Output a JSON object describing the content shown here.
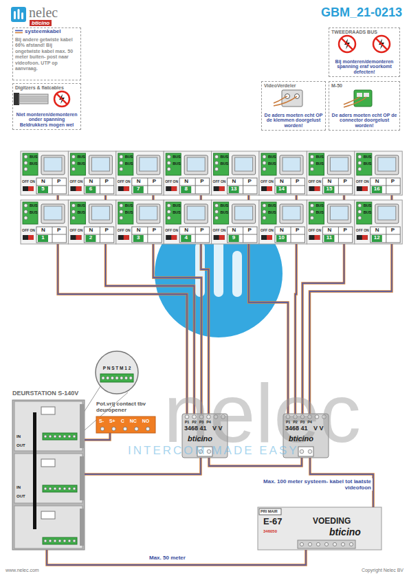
{
  "diagram": {
    "title": "GBM_21-0213",
    "nodes": [
      {
        "text": [
          "Bij andere getwiste kabel 66% afstand! Bij ongetwiste kabel max. 50 meter buiten- post naar videofoon. UTP op aanvraag."
        ]
      },
      {
        "text": [
          "Digitzers & flatcables",
          "Niet monteren/demonteren onder spanning Beldrukkers mogen wel"
        ]
      },
      {
        "text": [
          "TWEEDRAADS BUS",
          "Bij monteren/demonteren spanning eraf voorkomt defecten!"
        ]
      },
      {
        "text": [
          "VideoVerdeler",
          "De aders moeten echt OP de klemmen doorgelust worden!"
        ]
      },
      {
        "text": [
          "M-50",
          "De aders moeten echt OP de connector doorgelust worden!"
        ]
      },
      {
        "text": [
          "BUS",
          "BUS",
          "OFF ON",
          "N",
          "P",
          "5"
        ]
      },
      {
        "text": [
          "BUS",
          "BUS",
          "OFF ON",
          "N",
          "P",
          "6"
        ]
      },
      {
        "text": [
          "BUS",
          "BUS",
          "OFF ON",
          "N",
          "P",
          "7"
        ]
      },
      {
        "text": [
          "BUS",
          "BUS",
          "OFF ON",
          "N",
          "P",
          "8"
        ]
      },
      {
        "text": [
          "BUS",
          "BUS",
          "OFF ON",
          "N",
          "P",
          "13"
        ]
      },
      {
        "text": [
          "BUS",
          "BUS",
          "OFF ON",
          "N",
          "P",
          "14"
        ]
      },
      {
        "text": [
          "BUS",
          "BUS",
          "OFF ON",
          "N",
          "P",
          "15"
        ]
      },
      {
        "text": [
          "BUS",
          "BUS",
          "OFF ON",
          "N",
          "P",
          "16"
        ]
      },
      {
        "text": [
          "BUS",
          "BUS",
          "OFF ON",
          "N",
          "P",
          "1"
        ]
      },
      {
        "text": [
          "BUS",
          "BUS",
          "OFF ON",
          "N",
          "P",
          "2"
        ]
      },
      {
        "text": [
          "BUS",
          "BUS",
          "OFF ON",
          "N",
          "P",
          "3"
        ]
      },
      {
        "text": [
          "BUS",
          "BUS",
          "OFF ON",
          "N",
          "P",
          "4"
        ]
      },
      {
        "text": [
          "BUS",
          "BUS",
          "OFF ON",
          "N",
          "P",
          "9"
        ]
      },
      {
        "text": [
          "BUS",
          "BUS",
          "OFF ON",
          "N",
          "P",
          "10"
        ]
      },
      {
        "text": [
          "BUS",
          "BUS",
          "OFF ON",
          "N",
          "P",
          "11"
        ]
      },
      {
        "text": [
          "BUS",
          "BUS",
          "OFF ON",
          "N",
          "P",
          "12"
        ]
      },
      {
        "text": [
          "DEURSTATION S-140V",
          "IN",
          "OUT",
          "IN",
          "OUT"
        ]
      },
      {
        "text": [
          "P N S T M 1 2"
        ]
      },
      {
        "text": [
          "Pot.vrij contact tbv deuropener",
          "S- S+ C NC NO"
        ]
      },
      {
        "text": [
          "P1",
          "P2",
          "P3",
          "P4",
          "3468 41",
          "V V",
          "bticino"
        ]
      },
      {
        "text": [
          "P1",
          "P2",
          "P3",
          "P4",
          "3468 41",
          "V V",
          "bticino"
        ]
      },
      {
        "text": [
          "PRI MAIR",
          "E-67",
          "VOEDING",
          "346050",
          "bticino"
        ]
      }
    ],
    "edges": [
      {
        "from": 21,
        "to": 24,
        "arrow": "none"
      },
      {
        "from": 24,
        "to": 25,
        "arrow": "none"
      },
      {
        "from": 26,
        "to": 25,
        "label": "Max. 100 meter systeem- kabel tot laatste videofoon",
        "arrow": "none"
      },
      {
        "from": 21,
        "to": 26,
        "label": "Max. 50 meter",
        "arrow": "none"
      },
      {
        "from": 21,
        "to": 23,
        "arrow": "none"
      },
      {
        "from": 24,
        "to": 13,
        "arrow": "none"
      },
      {
        "from": 24,
        "to": 14,
        "arrow": "none"
      },
      {
        "from": 24,
        "to": 15,
        "arrow": "none"
      },
      {
        "from": 24,
        "to": 16,
        "arrow": "none"
      },
      {
        "from": 25,
        "to": 17,
        "arrow": "none"
      },
      {
        "from": 25,
        "to": 18,
        "arrow": "none"
      },
      {
        "from": 25,
        "to": 19,
        "arrow": "none"
      },
      {
        "from": 25,
        "to": 20,
        "arrow": "none"
      },
      {
        "from": 13,
        "to": 5,
        "arrow": "none"
      },
      {
        "from": 14,
        "to": 6,
        "arrow": "none"
      },
      {
        "from": 15,
        "to": 7,
        "arrow": "none"
      },
      {
        "from": 16,
        "to": 8,
        "arrow": "none"
      },
      {
        "from": 17,
        "to": 9,
        "arrow": "none"
      },
      {
        "from": 18,
        "to": 10,
        "arrow": "none"
      },
      {
        "from": 19,
        "to": 11,
        "arrow": "none"
      },
      {
        "from": 20,
        "to": 12,
        "arrow": "none"
      }
    ],
    "labels": [
      "nelec",
      "bticino",
      "nelec",
      "INTERCOM MADE EASY",
      "www.nelec.com",
      "Copyright Nelec BV"
    ],
    "legend": [
      {
        "text": "systeemkabel"
      }
    ]
  }
}
